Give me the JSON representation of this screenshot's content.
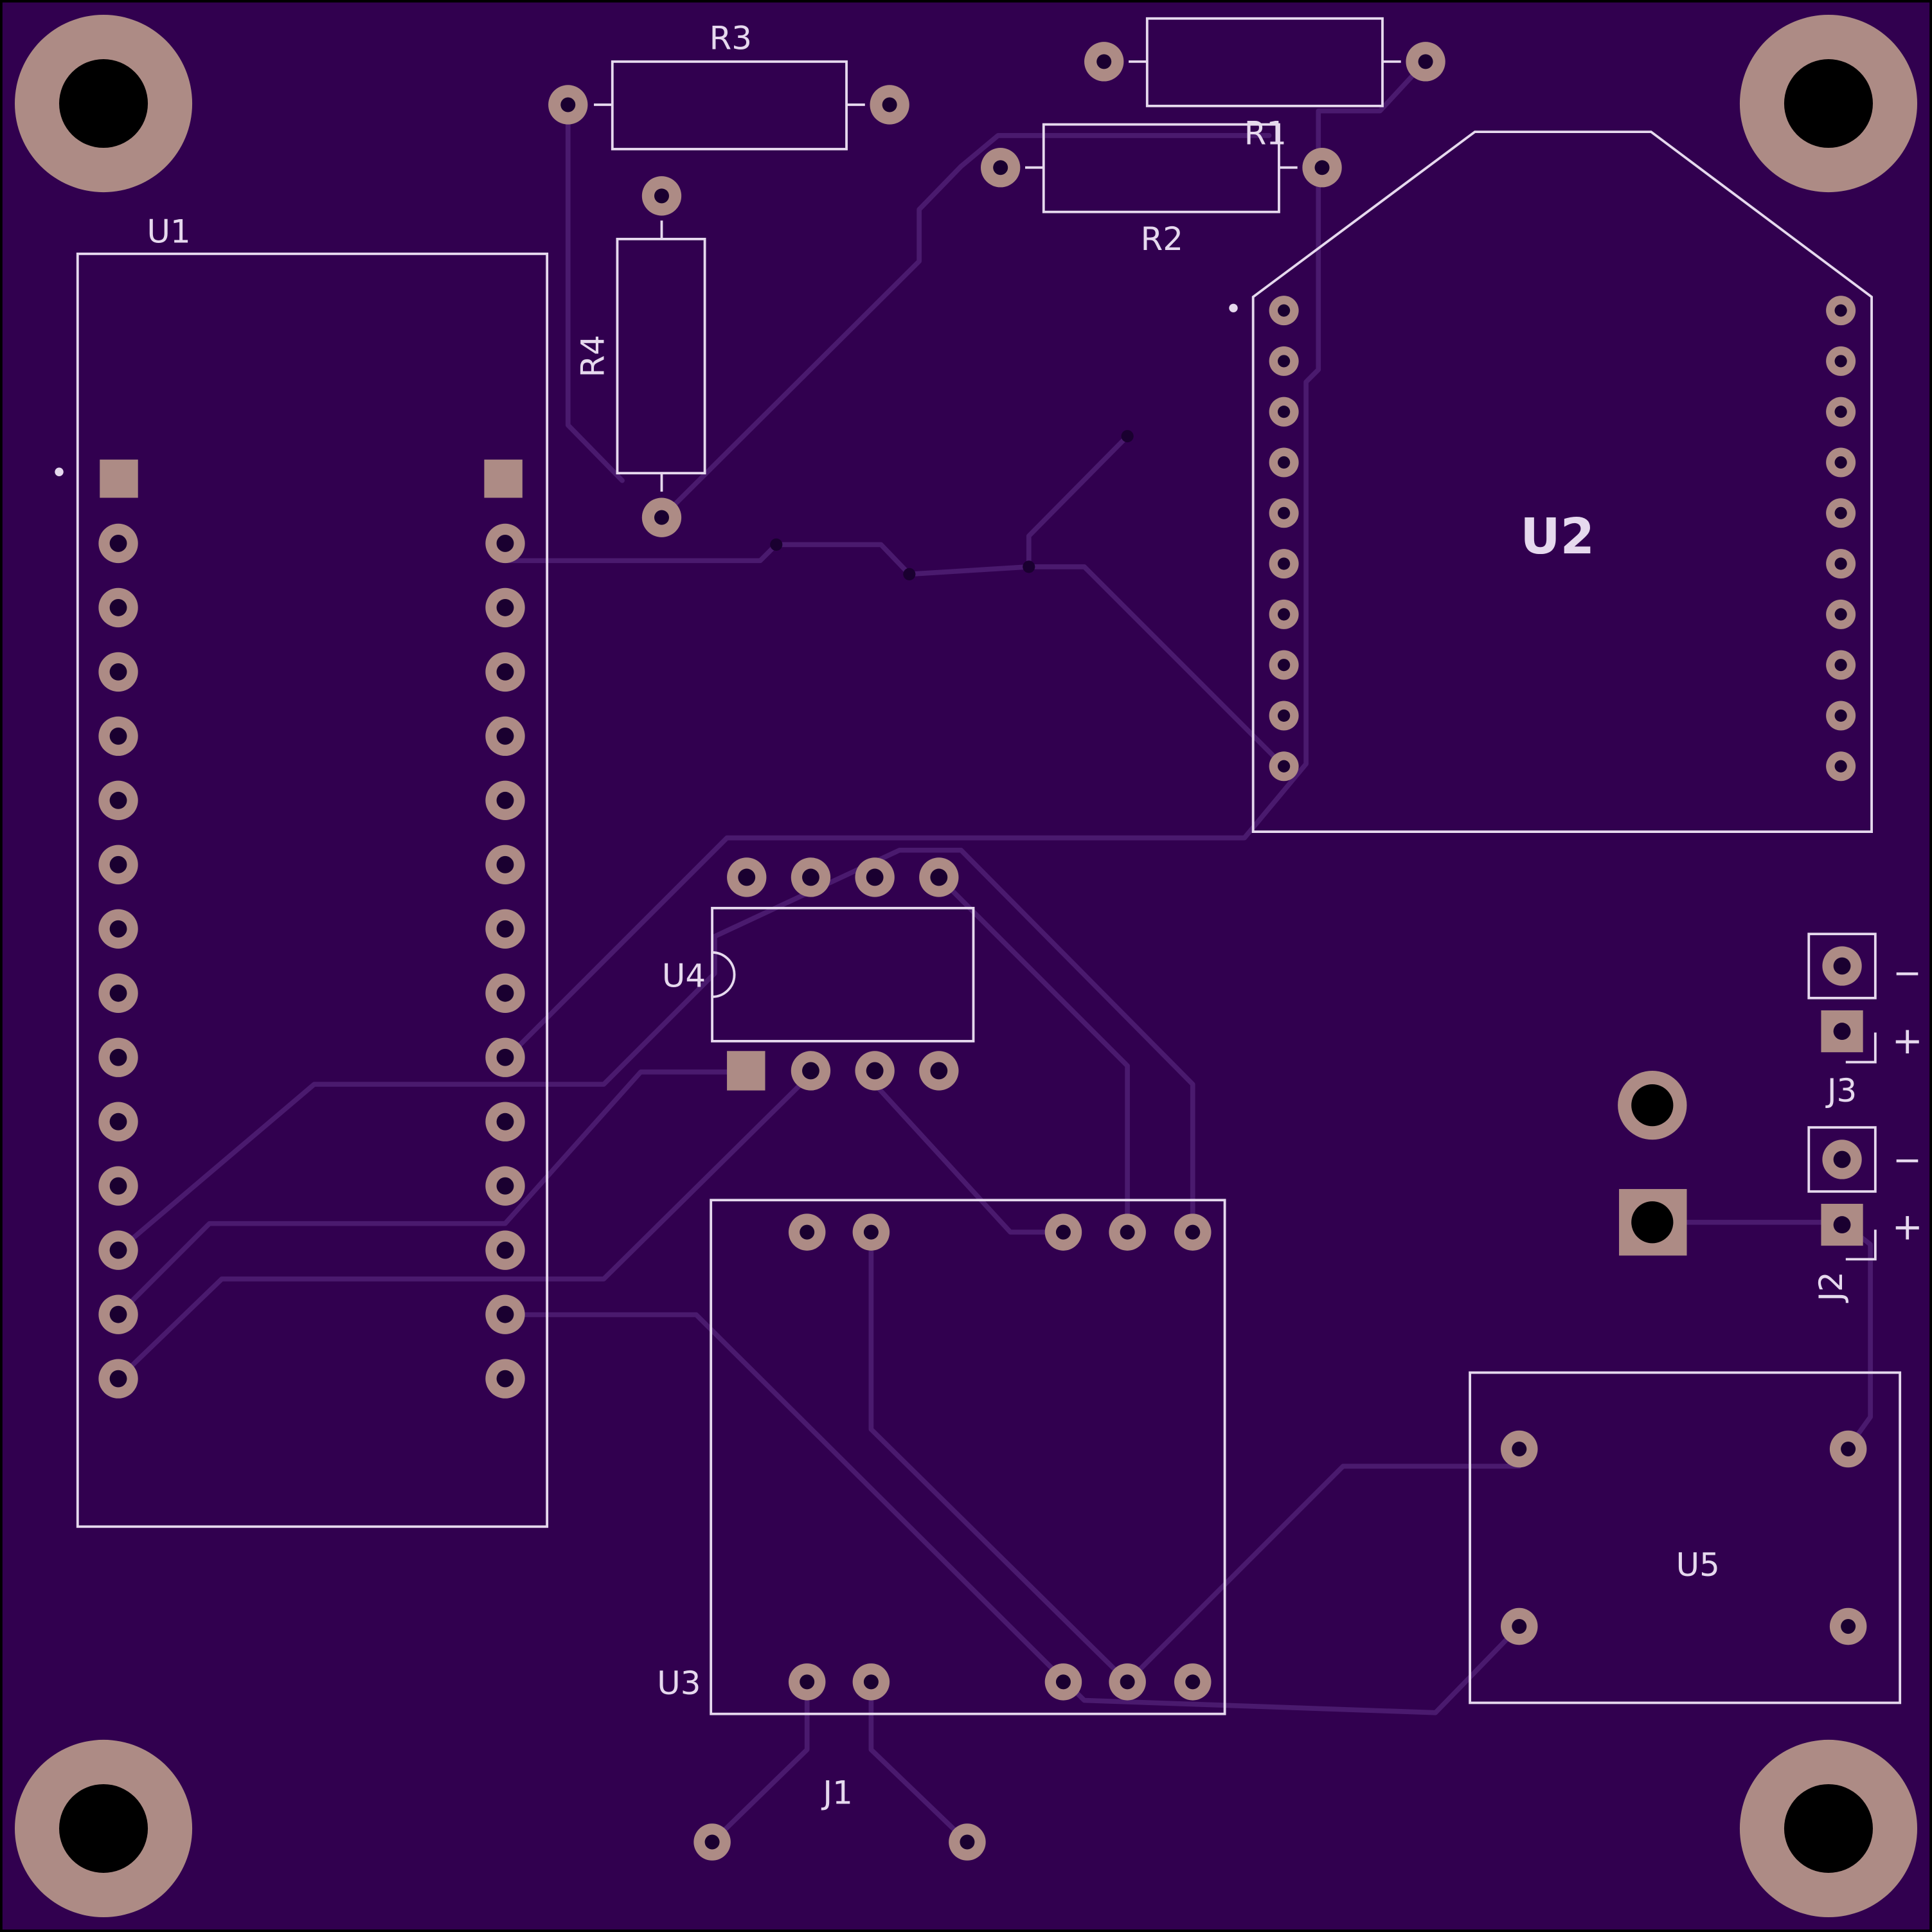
{
  "colors": {
    "board": "#31004f",
    "board_edge": "#000000",
    "silkscreen": "#e6d9ee",
    "trace": "#4a1a6e",
    "pad": "#ad8b85",
    "hole": "#000000"
  },
  "labels": {
    "u1": "U1",
    "u2": "U2",
    "u3": "U3",
    "u4": "U4",
    "u5": "U5",
    "r1": "R1",
    "r2": "R2",
    "r3": "R3",
    "r4": "R4",
    "j1": "J1",
    "j2": "J2",
    "j3": "J3",
    "j2_minus": "−",
    "j2_plus": "+",
    "j3_minus": "−",
    "j3_plus": "+"
  }
}
